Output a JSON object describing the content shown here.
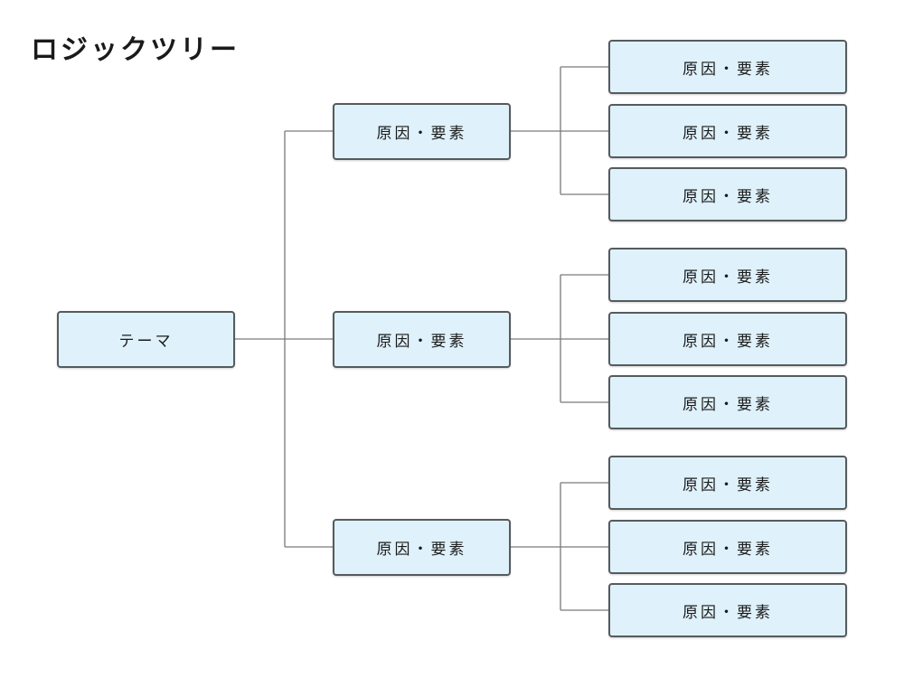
{
  "title": "ロジックツリー",
  "colors": {
    "node_fill": "#dff1fa",
    "node_border": "#555b5e",
    "connector": "#7a7a7a"
  },
  "tree": {
    "root": {
      "label": "テーマ"
    },
    "branches": [
      {
        "label": "原因・要素",
        "children": [
          {
            "label": "原因・要素"
          },
          {
            "label": "原因・要素"
          },
          {
            "label": "原因・要素"
          }
        ]
      },
      {
        "label": "原因・要素",
        "children": [
          {
            "label": "原因・要素"
          },
          {
            "label": "原因・要素"
          },
          {
            "label": "原因・要素"
          }
        ]
      },
      {
        "label": "原因・要素",
        "children": [
          {
            "label": "原因・要素"
          },
          {
            "label": "原因・要素"
          },
          {
            "label": "原因・要素"
          }
        ]
      }
    ]
  }
}
